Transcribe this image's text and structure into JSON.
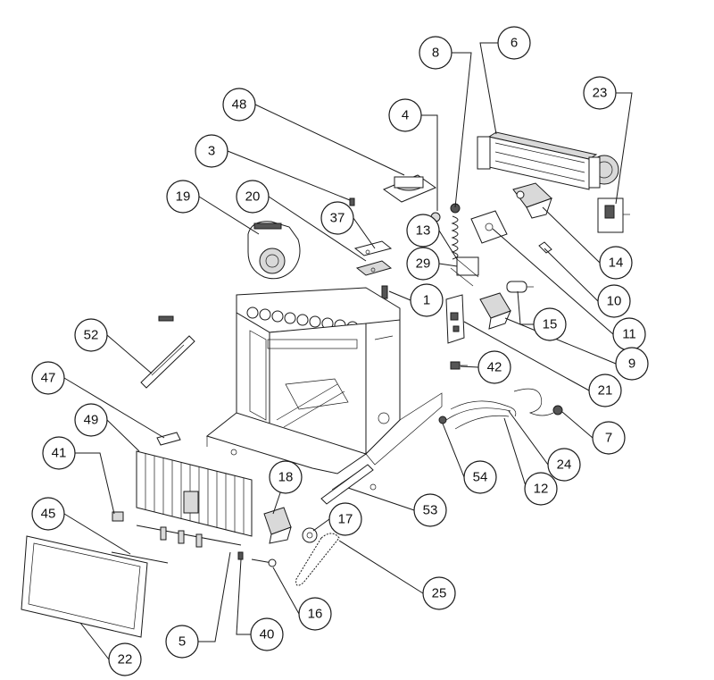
{
  "callouts": [
    {
      "id": "c8",
      "label": "8"
    },
    {
      "id": "c6",
      "label": "6"
    },
    {
      "id": "c23",
      "label": "23"
    },
    {
      "id": "c48",
      "label": "48"
    },
    {
      "id": "c4",
      "label": "4"
    },
    {
      "id": "c3",
      "label": "3"
    },
    {
      "id": "c19",
      "label": "19"
    },
    {
      "id": "c20",
      "label": "20"
    },
    {
      "id": "c37",
      "label": "37"
    },
    {
      "id": "c13",
      "label": "13"
    },
    {
      "id": "c29",
      "label": "29"
    },
    {
      "id": "c14",
      "label": "14"
    },
    {
      "id": "c10",
      "label": "10"
    },
    {
      "id": "c1",
      "label": "1"
    },
    {
      "id": "c15",
      "label": "15"
    },
    {
      "id": "c11",
      "label": "11"
    },
    {
      "id": "c52",
      "label": "52"
    },
    {
      "id": "c9",
      "label": "9"
    },
    {
      "id": "c42",
      "label": "42"
    },
    {
      "id": "c47",
      "label": "47"
    },
    {
      "id": "c21",
      "label": "21"
    },
    {
      "id": "c49",
      "label": "49"
    },
    {
      "id": "c7",
      "label": "7"
    },
    {
      "id": "c24",
      "label": "24"
    },
    {
      "id": "c54",
      "label": "54"
    },
    {
      "id": "c41",
      "label": "41"
    },
    {
      "id": "c18",
      "label": "18"
    },
    {
      "id": "c12",
      "label": "12"
    },
    {
      "id": "c45",
      "label": "45"
    },
    {
      "id": "c53",
      "label": "53"
    },
    {
      "id": "c17",
      "label": "17"
    },
    {
      "id": "c25",
      "label": "25"
    },
    {
      "id": "c16",
      "label": "16"
    },
    {
      "id": "c5",
      "label": "5"
    },
    {
      "id": "c40",
      "label": "40"
    },
    {
      "id": "c22",
      "label": "22"
    }
  ]
}
